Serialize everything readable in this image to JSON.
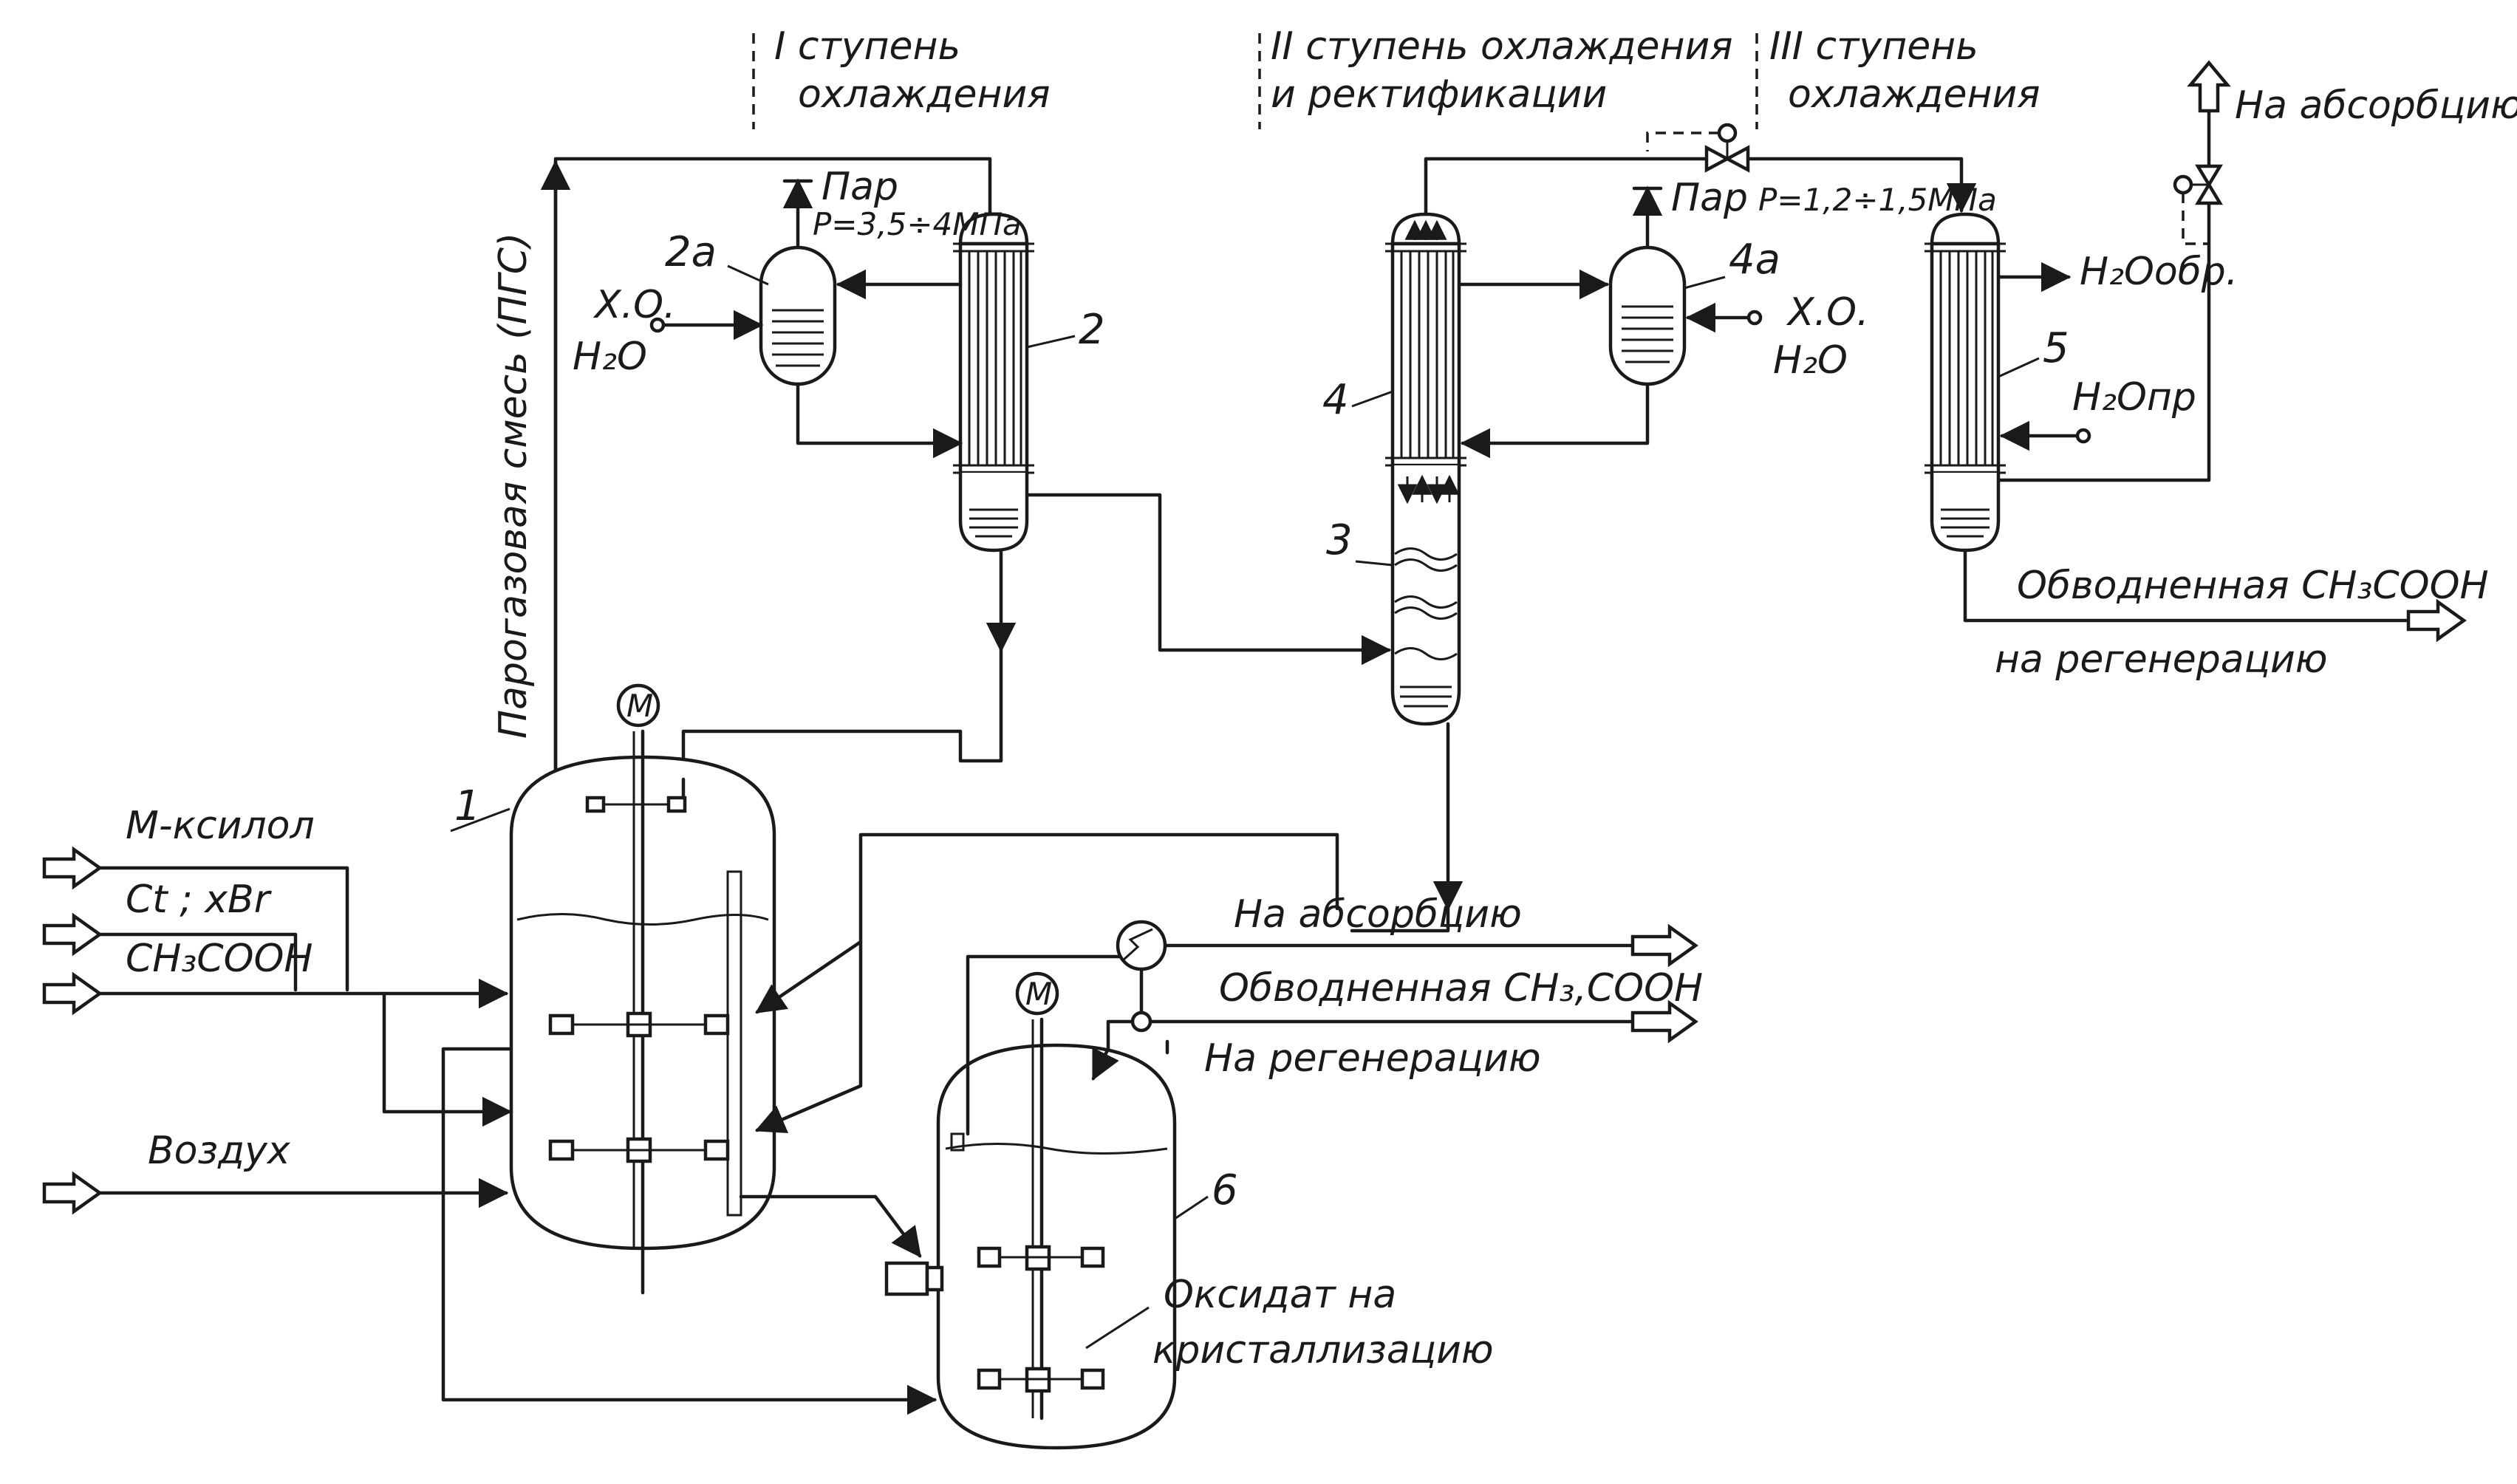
{
  "stages": {
    "stage1_line1": "I ступень",
    "stage1_line2": "охлаждения",
    "stage2_line1": "II ступень охлаждения",
    "stage2_line2": "и ректификации",
    "stage3_line1": "III ступень",
    "stage3_line2": "охлаждения"
  },
  "equipment": {
    "num_1": "1",
    "num_2": "2",
    "num_2a": "2а",
    "num_3": "3",
    "num_4": "4",
    "num_4a": "4а",
    "num_5": "5",
    "num_6": "6"
  },
  "streams": {
    "vapor_gas_mix": "Парогазовая смесь (ПГС)",
    "steam_1": "Пар",
    "pressure_1": "P=3,5÷4МПа",
    "steam_2": "Пар",
    "pressure_2": "P=1,2÷1,5МПа",
    "chem_water_left_1": "Х.О.",
    "chem_water_left_2": "H₂O",
    "chem_water_right_1": "Х.О.",
    "chem_water_right_2": "H₂O",
    "water_return": "H₂Oобр.",
    "water_supply": "H₂Oпр",
    "to_absorption_top": "На абсорбцию",
    "watered_acid_top": "Обводненная CH₃COOH",
    "to_regeneration_top": "на регенерацию",
    "m_xylene": "М-ксилол",
    "catalyst": "Ct ; xBr",
    "acetic_acid_feed": "CH₃COOH",
    "air": "Воздух",
    "to_absorption_mid": "На абсорбцию",
    "watered_acid_mid": "Обводненная CH₃,COOH",
    "to_regeneration_mid": "На регенерацию",
    "oxidate_1": "Оксидат на",
    "oxidate_2": "кристаллизацию",
    "motor_1": "M",
    "motor_2": "M"
  }
}
